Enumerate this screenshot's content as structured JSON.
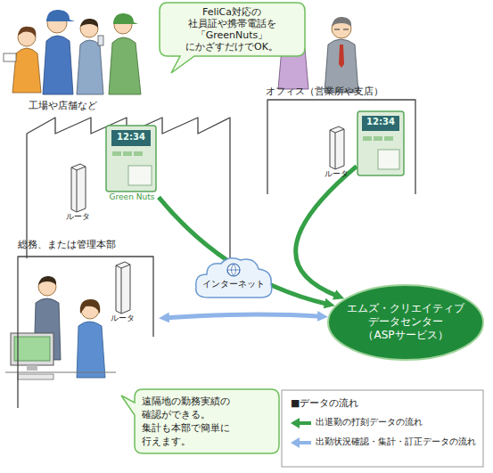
{
  "diagram": {
    "nodes": [
      {
        "text": [
          "FeliCa対応の 社員証や携帯電話を 「GreenNuts」 にかざすだけでOK。"
        ]
      },
      {
        "text": [
          "工場や店舗など"
        ]
      },
      {
        "text": [
          "ルータ"
        ],
        "in": 1
      },
      {
        "text": [
          "12:34",
          "Green Nuts"
        ],
        "in": 1
      },
      {
        "text": [
          "オフィス（営業所や支店）"
        ]
      },
      {
        "text": [
          "ルータ"
        ],
        "in": 4
      },
      {
        "text": [
          "12:34"
        ],
        "in": 4
      },
      {
        "text": [
          "総務、または管理本部"
        ]
      },
      {
        "text": [
          "ルータ"
        ],
        "in": 7
      },
      {
        "text": [
          "インターネット"
        ]
      },
      {
        "text": [
          "エムズ・クリエイティブ データセンター （ASPサービス）"
        ]
      },
      {
        "text": [
          "遠隔地の勤務実績の 確認ができる。 集計も本部で簡単に 行えます。"
        ]
      }
    ],
    "edges": [
      {
        "from": 3,
        "to": 10,
        "arrow": "to"
      },
      {
        "from": 6,
        "to": 10,
        "arrow": "to"
      },
      {
        "from": 7,
        "to": 10,
        "arrow": "both"
      }
    ],
    "labels": [
      "■データの流れ"
    ],
    "legend": [
      {
        "text": "出退勤の打刻データの流れ"
      },
      {
        "text": "出勤状況確認・集計・訂正データの流れ"
      }
    ]
  }
}
